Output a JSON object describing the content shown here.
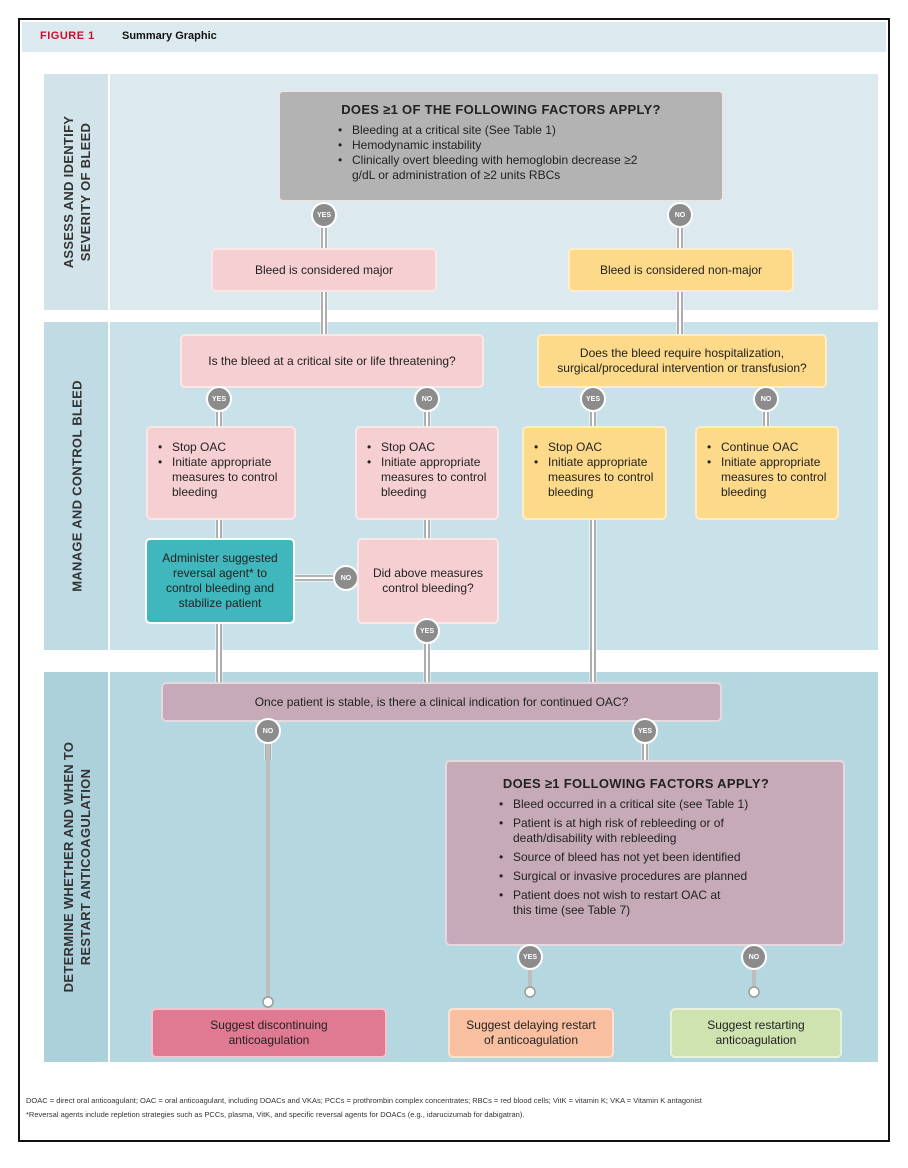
{
  "figure": {
    "label": "FIGURE 1",
    "title": "Summary Graphic"
  },
  "sections": {
    "assess": [
      "ASSESS AND IDENTIFY",
      "SEVERITY OF BLEED"
    ],
    "manage": [
      "MANAGE AND CONTROL BLEED"
    ],
    "restart": [
      "DETERMINE WHETHER AND WHEN TO",
      "RESTART ANTICOAGULATION"
    ]
  },
  "factors": {
    "title": "DOES ≥1 OF THE FOLLOWING FACTORS APPLY?",
    "items": [
      "Bleeding at a critical site (See Table 1)",
      "Hemodynamic instability",
      "Clinically overt bleeding with hemoglobin decrease ≥2 g/dL or administration of ≥2 units RBCs"
    ]
  },
  "labels": {
    "yes": "YES",
    "no": "NO"
  },
  "major": "Bleed is considered major",
  "nonmajor": "Bleed is considered non-major",
  "critical_q": "Is the bleed at a critical site or life threatening?",
  "hosp_q": "Does the bleed require hospitalization, surgical/procedural intervention or transfusion?",
  "stop_box": [
    "Stop OAC",
    "Initiate appropriate measures to control bleeding"
  ],
  "continue_box": [
    "Continue OAC",
    "Initiate appropriate measures to control bleeding"
  ],
  "reversal": "Administer suggested reversal agent* to control bleeding and stabilize patient",
  "measures_q": "Did above measures control bleeding?",
  "indication_q": "Once patient is stable, is there a clinical indication for continued OAC?",
  "factors2": {
    "title": "DOES ≥1 FOLLOWING FACTORS APPLY?",
    "items": [
      "Bleed occurred in a critical site (see Table 1)",
      "Patient is at high risk of rebleeding or of death/disability with rebleeding",
      "Source of bleed has not yet been identified",
      "Surgical or invasive procedures are planned",
      "Patient does not wish to restart OAC at this time (see Table 7)"
    ]
  },
  "outcomes": {
    "discontinue": "Suggest discontinuing anticoagulation",
    "delay": "Suggest delaying restart of anticoagulation",
    "restart": "Suggest restarting anticoagulation"
  },
  "footnotes": [
    "DOAC = direct oral anticoagulant; OAC = oral anticoagulant, including DOACs and VKAs; PCCs =  prothrombin complex concentrates; RBCs = red blood cells; VitK = vitamin K; VKA = Vitamin K antagonist",
    "*Reversal agents include repletion strategies such as PCCs, plasma, VitK, and specific reversal agents for DOACs (e.g., idarucizumab for dabigatran)."
  ],
  "colors": {
    "band_assess": "#dce9ef",
    "band_manage": "#c9e1e8",
    "band_restart": "#b5d7e0",
    "major": "#f6cfd2",
    "nonmajor": "#fdd98a",
    "reversal": "#3fb7bd",
    "indication": "#c6aab8",
    "discontinue": "#e07a92",
    "delay": "#f8c0a0",
    "restart": "#cfe3b1"
  }
}
